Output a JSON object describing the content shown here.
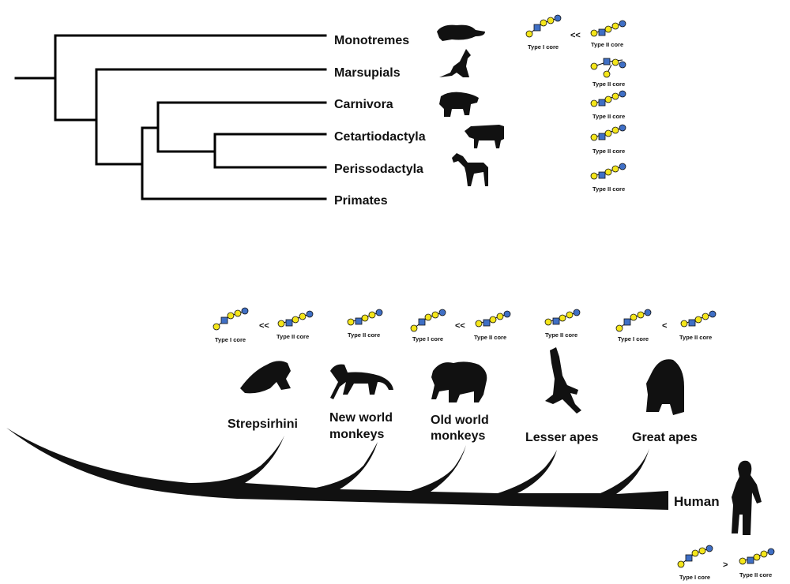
{
  "mammal_tree": {
    "clades": [
      "Monotremes",
      "Marsupials",
      "Carnivora",
      "Cetartiodactyla",
      "Perissodactyla",
      "Primates"
    ],
    "glycans": {
      "type1": "Type I core",
      "type2": "Type II core",
      "much_less_than": "<<",
      "less_than": "<",
      "greater_than": ">"
    }
  },
  "primate_tree": {
    "groups": [
      {
        "line1": "Strepsirhini",
        "line2": ""
      },
      {
        "line1": "New world",
        "line2": "monkeys"
      },
      {
        "line1": "Old world",
        "line2": "monkeys"
      },
      {
        "line1": "Lesser apes",
        "line2": ""
      },
      {
        "line1": "Great apes",
        "line2": ""
      }
    ],
    "human": "Human"
  },
  "icons": [
    "platypus-icon",
    "kangaroo-icon",
    "bear-icon",
    "cow-icon",
    "horse-icon",
    "lemur-icon",
    "monkey-icon",
    "baboon-icon",
    "gibbon-icon",
    "gorilla-icon",
    "human-icon"
  ],
  "colors": {
    "galactose": "#f5e61a",
    "glcnac": "#3f6fc5",
    "outline": "#111111"
  }
}
